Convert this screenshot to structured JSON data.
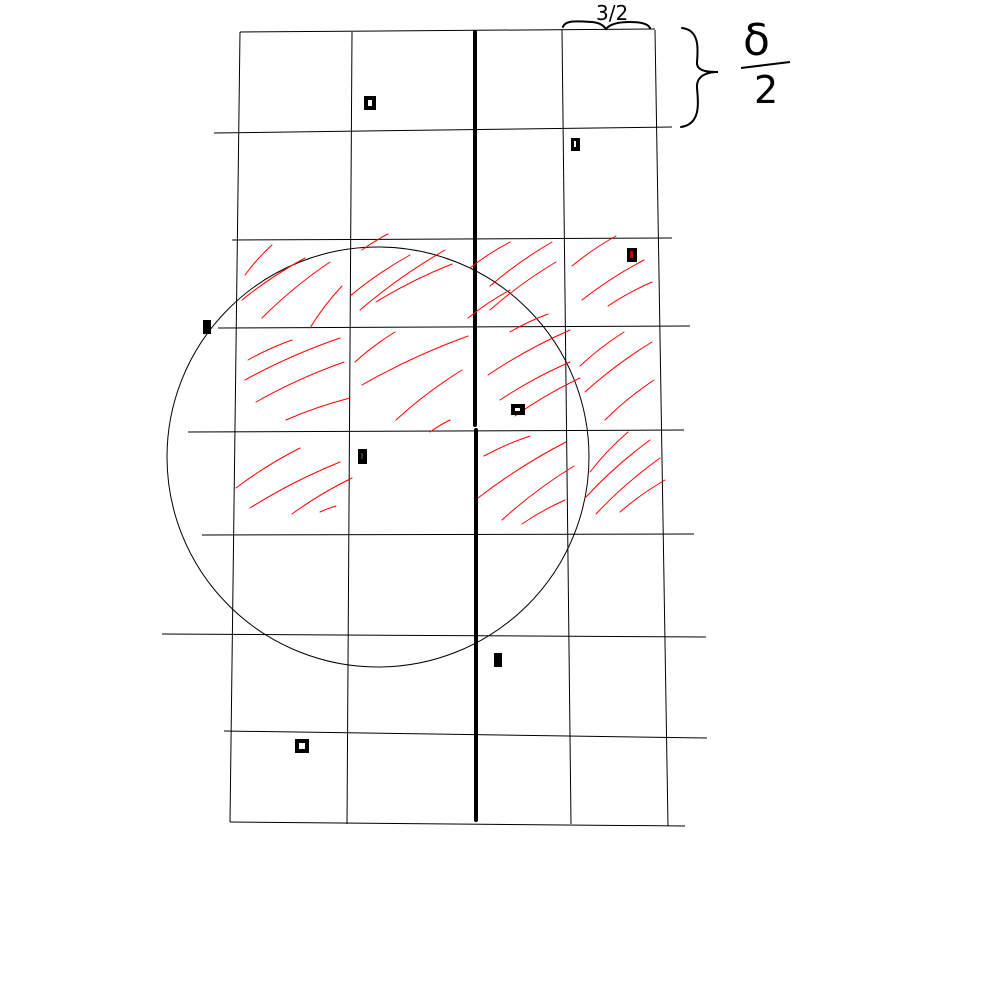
{
  "diagram": {
    "top_label": "3/2",
    "fraction": {
      "numerator": "δ",
      "denominator": "2"
    },
    "colors": {
      "ink": "#000000",
      "hatch": "#ff0000",
      "background": "#ffffff"
    },
    "grid": {
      "columns": 4,
      "rows": 8
    }
  }
}
